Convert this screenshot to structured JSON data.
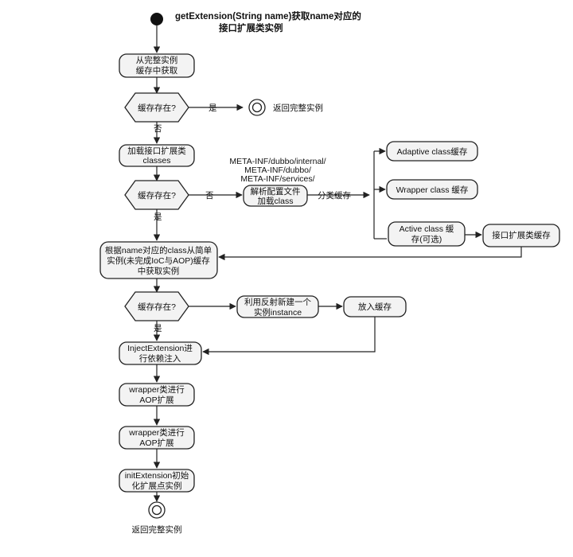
{
  "start": {
    "title_line1": "getExtension(String name)获取name对应的",
    "title_line2": "接口扩展类实例"
  },
  "nodes": {
    "cache_lookup": [
      "从完整实例",
      "缓存中获取"
    ],
    "check1": "缓存存在?",
    "return1": "返回完整实例",
    "load_classes": [
      "加载接口扩展类",
      "classes"
    ],
    "check2": "缓存存在?",
    "parse_config": [
      "解析配置文件",
      "加载class"
    ],
    "paths": [
      "META-INF/dubbo/internal/",
      "META-INF/dubbo/",
      "META-INF/services/"
    ],
    "adaptive": "Adaptive class缓存",
    "wrapper_cache": "Wrapper class 缓存",
    "active": [
      "Active class 缓",
      "存(可选)"
    ],
    "ext_cache": "接口扩展类缓存",
    "get_instance": [
      "根据name对应的class从简单",
      "实例(未完成IoC与AOP)缓存",
      "中获取实例"
    ],
    "check3": "缓存存在?",
    "reflect_new": [
      "利用反射新建一个",
      "实例instance"
    ],
    "put_cache": "放入缓存",
    "inject": [
      "InjectExtension进",
      "行依赖注入"
    ],
    "wrap1": [
      "wrapper类进行",
      "AOP扩展"
    ],
    "wrap2": [
      "wrapper类进行",
      "AOP扩展"
    ],
    "init": [
      "initExtension初始",
      "化扩展点实例"
    ],
    "return_final": "返回完整实例"
  },
  "edge_labels": {
    "yes1": "是",
    "no1": "否",
    "no2": "否",
    "classify": "分类缓存",
    "yes2": "是",
    "yes3": "是"
  }
}
